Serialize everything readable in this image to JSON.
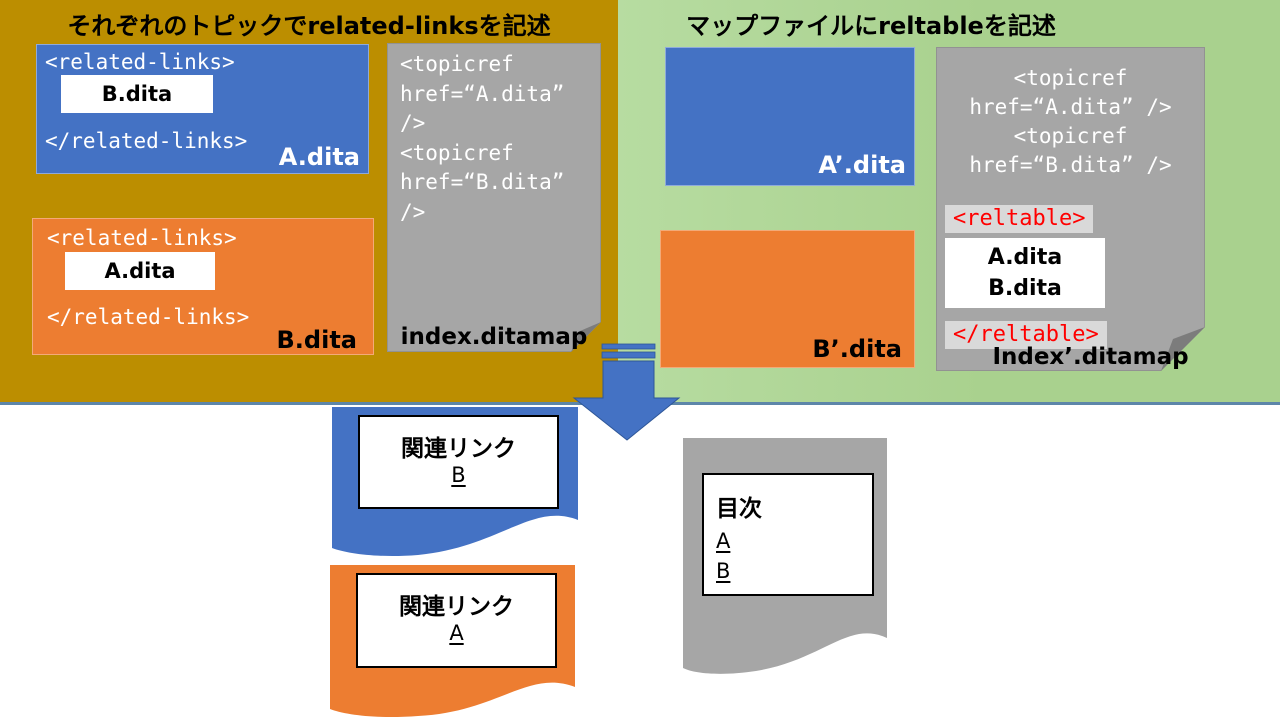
{
  "colors": {
    "olive": "#BC8E00",
    "green": "#A9D18E",
    "green2": "#B7DCA1",
    "blue": "#4472C4",
    "orange": "#ED7D31",
    "gray": "#A6A6A6",
    "red": "#FF0000",
    "highlight": "#D9D9D9",
    "steel": "#5D86A9",
    "flap": "#7C7C7C",
    "arrowStroke": "#2E5697"
  },
  "left_panel": {
    "title": "それぞれのトピックでrelated-linksを記述",
    "topic_a": {
      "open_tag": "<related-links>",
      "linked_topic": "B.dita",
      "close_tag": "</related-links>",
      "file_label": "A.dita"
    },
    "topic_b": {
      "open_tag": "<related-links>",
      "linked_topic": "A.dita",
      "close_tag": "</related-links>",
      "file_label": "B.dita"
    },
    "map_file": {
      "code_lines": [
        "<topicref",
        "href=“A.dita”",
        "/>",
        "<topicref",
        "href=“B.dita”",
        "/>"
      ],
      "file_label": "index.ditamap"
    }
  },
  "right_panel": {
    "title": "マップファイルにreltableを記述",
    "topic_a_label": "A’.dita",
    "topic_b_label": "B’.dita",
    "map_file": {
      "code_lines": [
        "<topicref",
        "href=“A.dita” />",
        "<topicref",
        "href=“B.dita” />"
      ],
      "reltable_open": "<reltable>",
      "reltable_topics": [
        "A.dita",
        "B.dita"
      ],
      "reltable_close": "</reltable>",
      "file_label": "Index’.ditamap"
    }
  },
  "outputs": {
    "related_b": {
      "heading": "関連リンク",
      "link": "B"
    },
    "related_a": {
      "heading": "関連リンク",
      "link": "A"
    },
    "toc": {
      "heading": "目次",
      "links": [
        "A",
        "B"
      ]
    }
  }
}
